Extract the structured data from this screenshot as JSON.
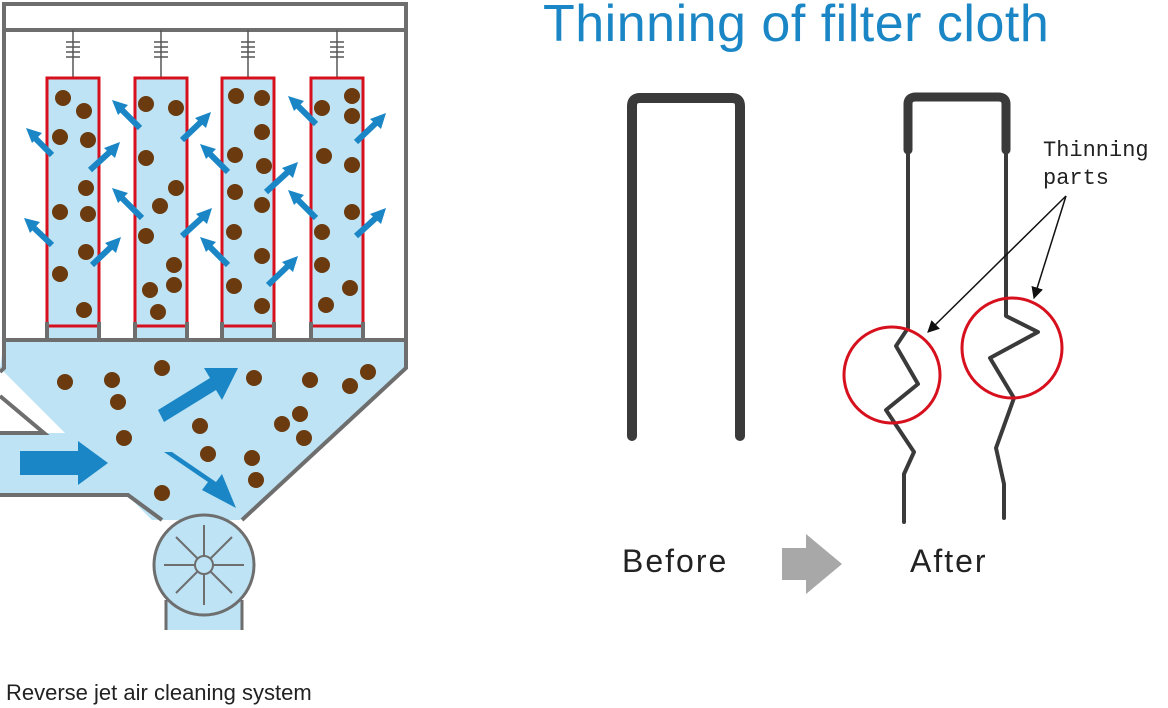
{
  "title": "Thinning of filter cloth",
  "caption": "Reverse jet air cleaning system",
  "labels": {
    "before": "Before",
    "after": "After",
    "thinning_line1": "Thinning",
    "thinning_line2": "parts"
  },
  "colors": {
    "title_blue": "#1a86c5",
    "air_blue": "#bde3f5",
    "arrow_blue": "#1a86c5",
    "bag_red": "#d7101e",
    "dust_brown": "#6b3a0e",
    "housing_gray": "#6e6e6e",
    "cloth_dark": "#3a3a3a",
    "transition_arrow_gray": "#a8a8a8"
  }
}
